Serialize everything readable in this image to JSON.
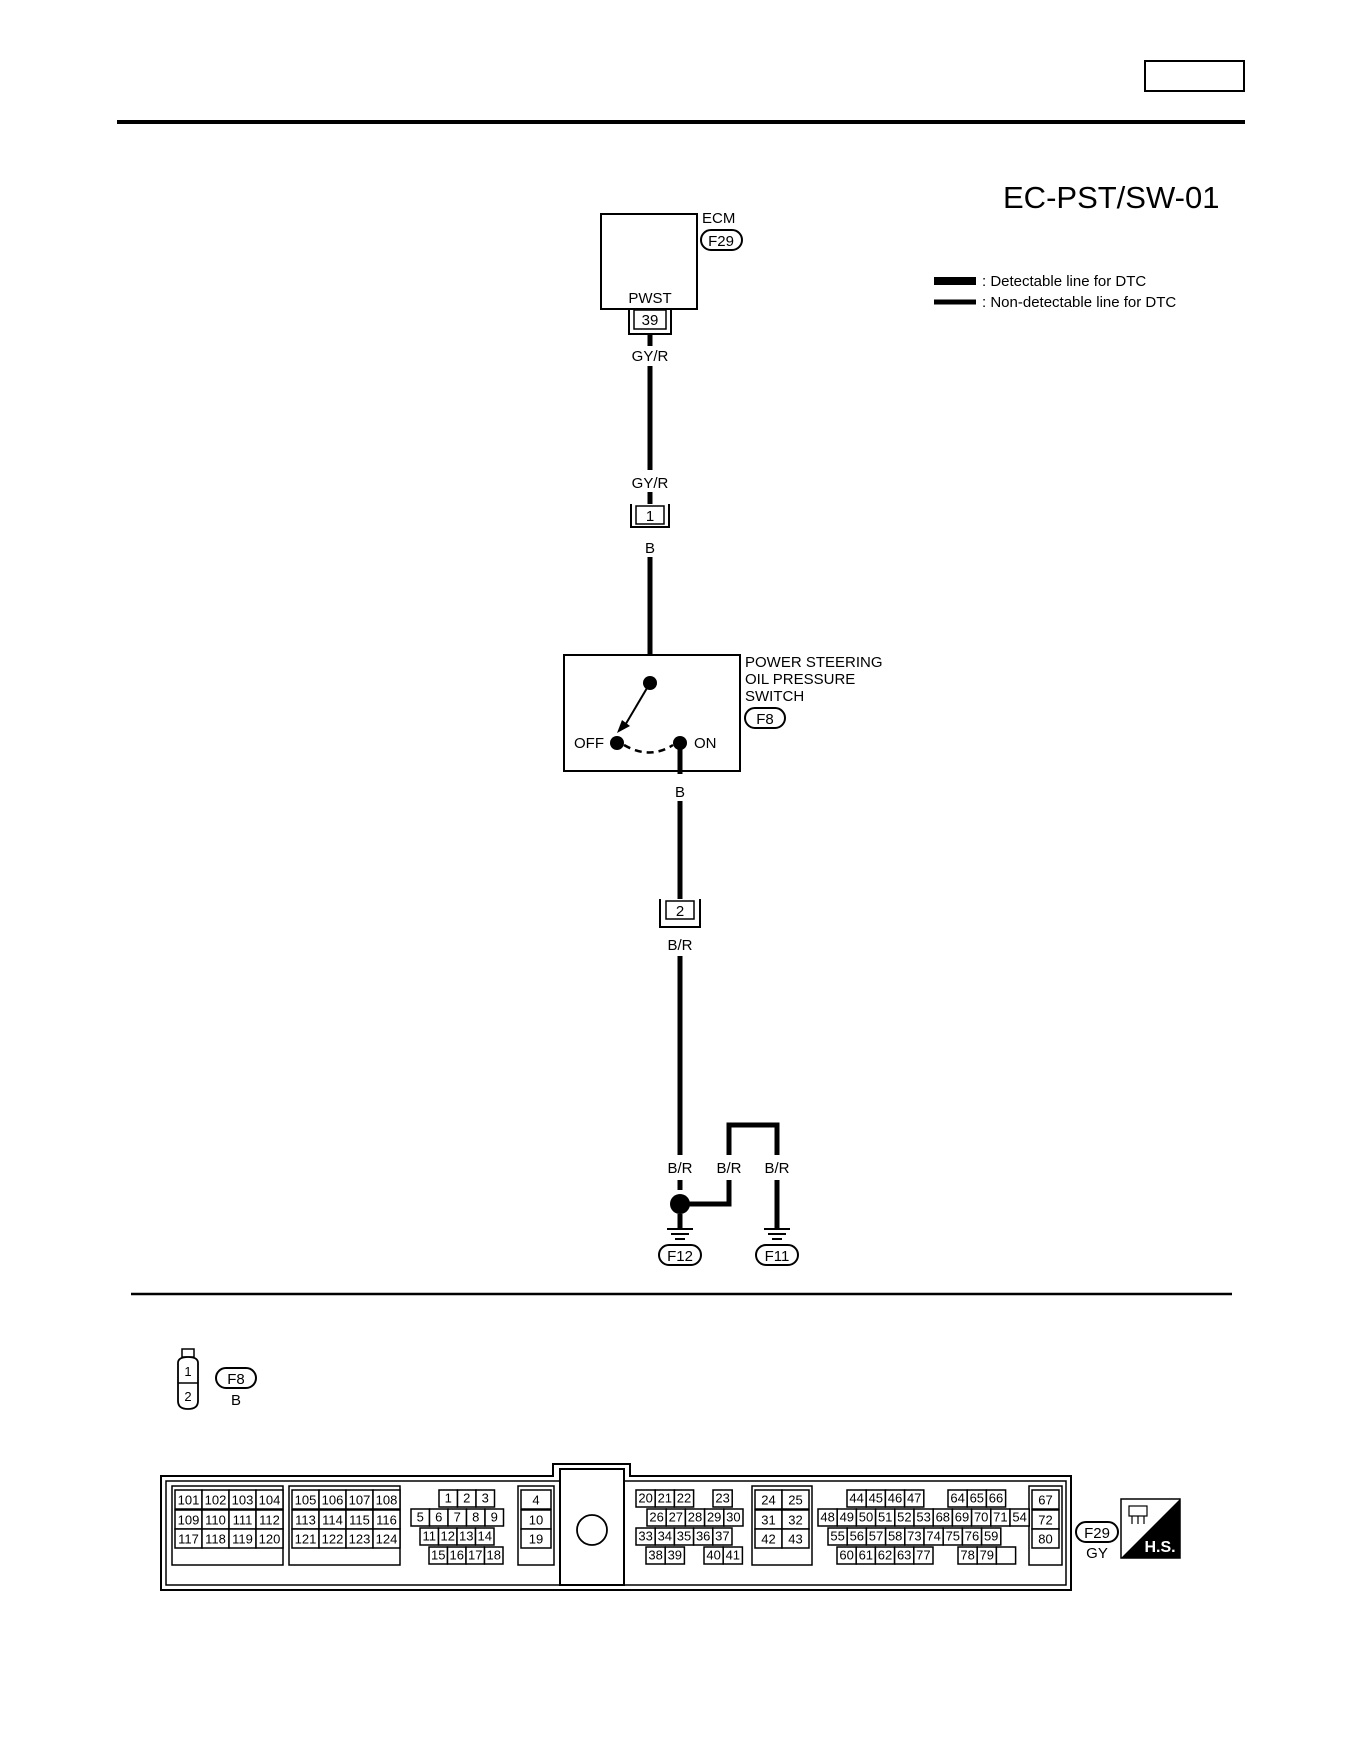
{
  "page": {
    "corner_box_text": ""
  },
  "title": "EC-PST/SW-01",
  "legend": {
    "detectable": ": Detectable line for DTC",
    "non_detectable": ": Non-detectable line for DTC"
  },
  "ecm": {
    "name": "ECM",
    "connector": "F29",
    "terminal_label": "PWST",
    "terminal": "39",
    "wire_out": "GY/R"
  },
  "joint_connector": {
    "wire_in": "GY/R",
    "terminal": "1",
    "wire_out": "B"
  },
  "switch": {
    "name_lines": [
      "POWER STEERING",
      "OIL PRESSURE",
      "SWITCH"
    ],
    "connector": "F8",
    "off_label": "OFF",
    "on_label": "ON",
    "wire_out": "B"
  },
  "joint_connector_2": {
    "terminal": "2",
    "wire_out": "B/R"
  },
  "ground": {
    "wires": [
      "B/R",
      "B/R",
      "B/R"
    ],
    "grounds": [
      "F12",
      "F11"
    ]
  },
  "connector_views": {
    "f8": {
      "id": "F8",
      "color": "B",
      "pins": [
        "1",
        "2"
      ]
    },
    "f29": {
      "id": "F29",
      "color": "GY",
      "badge": "H.S.",
      "blocks": [
        [
          "101",
          "102",
          "103",
          "104",
          "109",
          "110",
          "111",
          "112",
          "117",
          "118",
          "119",
          "120"
        ],
        [
          "105",
          "106",
          "107",
          "108",
          "113",
          "114",
          "115",
          "116",
          "121",
          "122",
          "123",
          "124"
        ],
        [
          "1",
          "2",
          "3",
          "5",
          "6",
          "7",
          "8",
          "9",
          "11",
          "12",
          "13",
          "14",
          "15",
          "16",
          "17",
          "18"
        ],
        [
          "4",
          "10",
          "19"
        ],
        [
          "20",
          "21",
          "22",
          "23",
          "26",
          "27",
          "28",
          "29",
          "30",
          "33",
          "34",
          "35",
          "36",
          "37",
          "38",
          "39",
          "40",
          "41"
        ],
        [
          "24",
          "25",
          "31",
          "32",
          "42",
          "43"
        ],
        [
          "44",
          "45",
          "46",
          "47",
          "64",
          "65",
          "66",
          "48",
          "49",
          "50",
          "51",
          "52",
          "53",
          "68",
          "69",
          "70",
          "71",
          "54",
          "55",
          "56",
          "57",
          "58",
          "73",
          "74",
          "75",
          "76",
          "59",
          "60",
          "61",
          "62",
          "63",
          "77",
          "78",
          "79"
        ],
        [
          "67",
          "72",
          "80"
        ]
      ]
    }
  }
}
